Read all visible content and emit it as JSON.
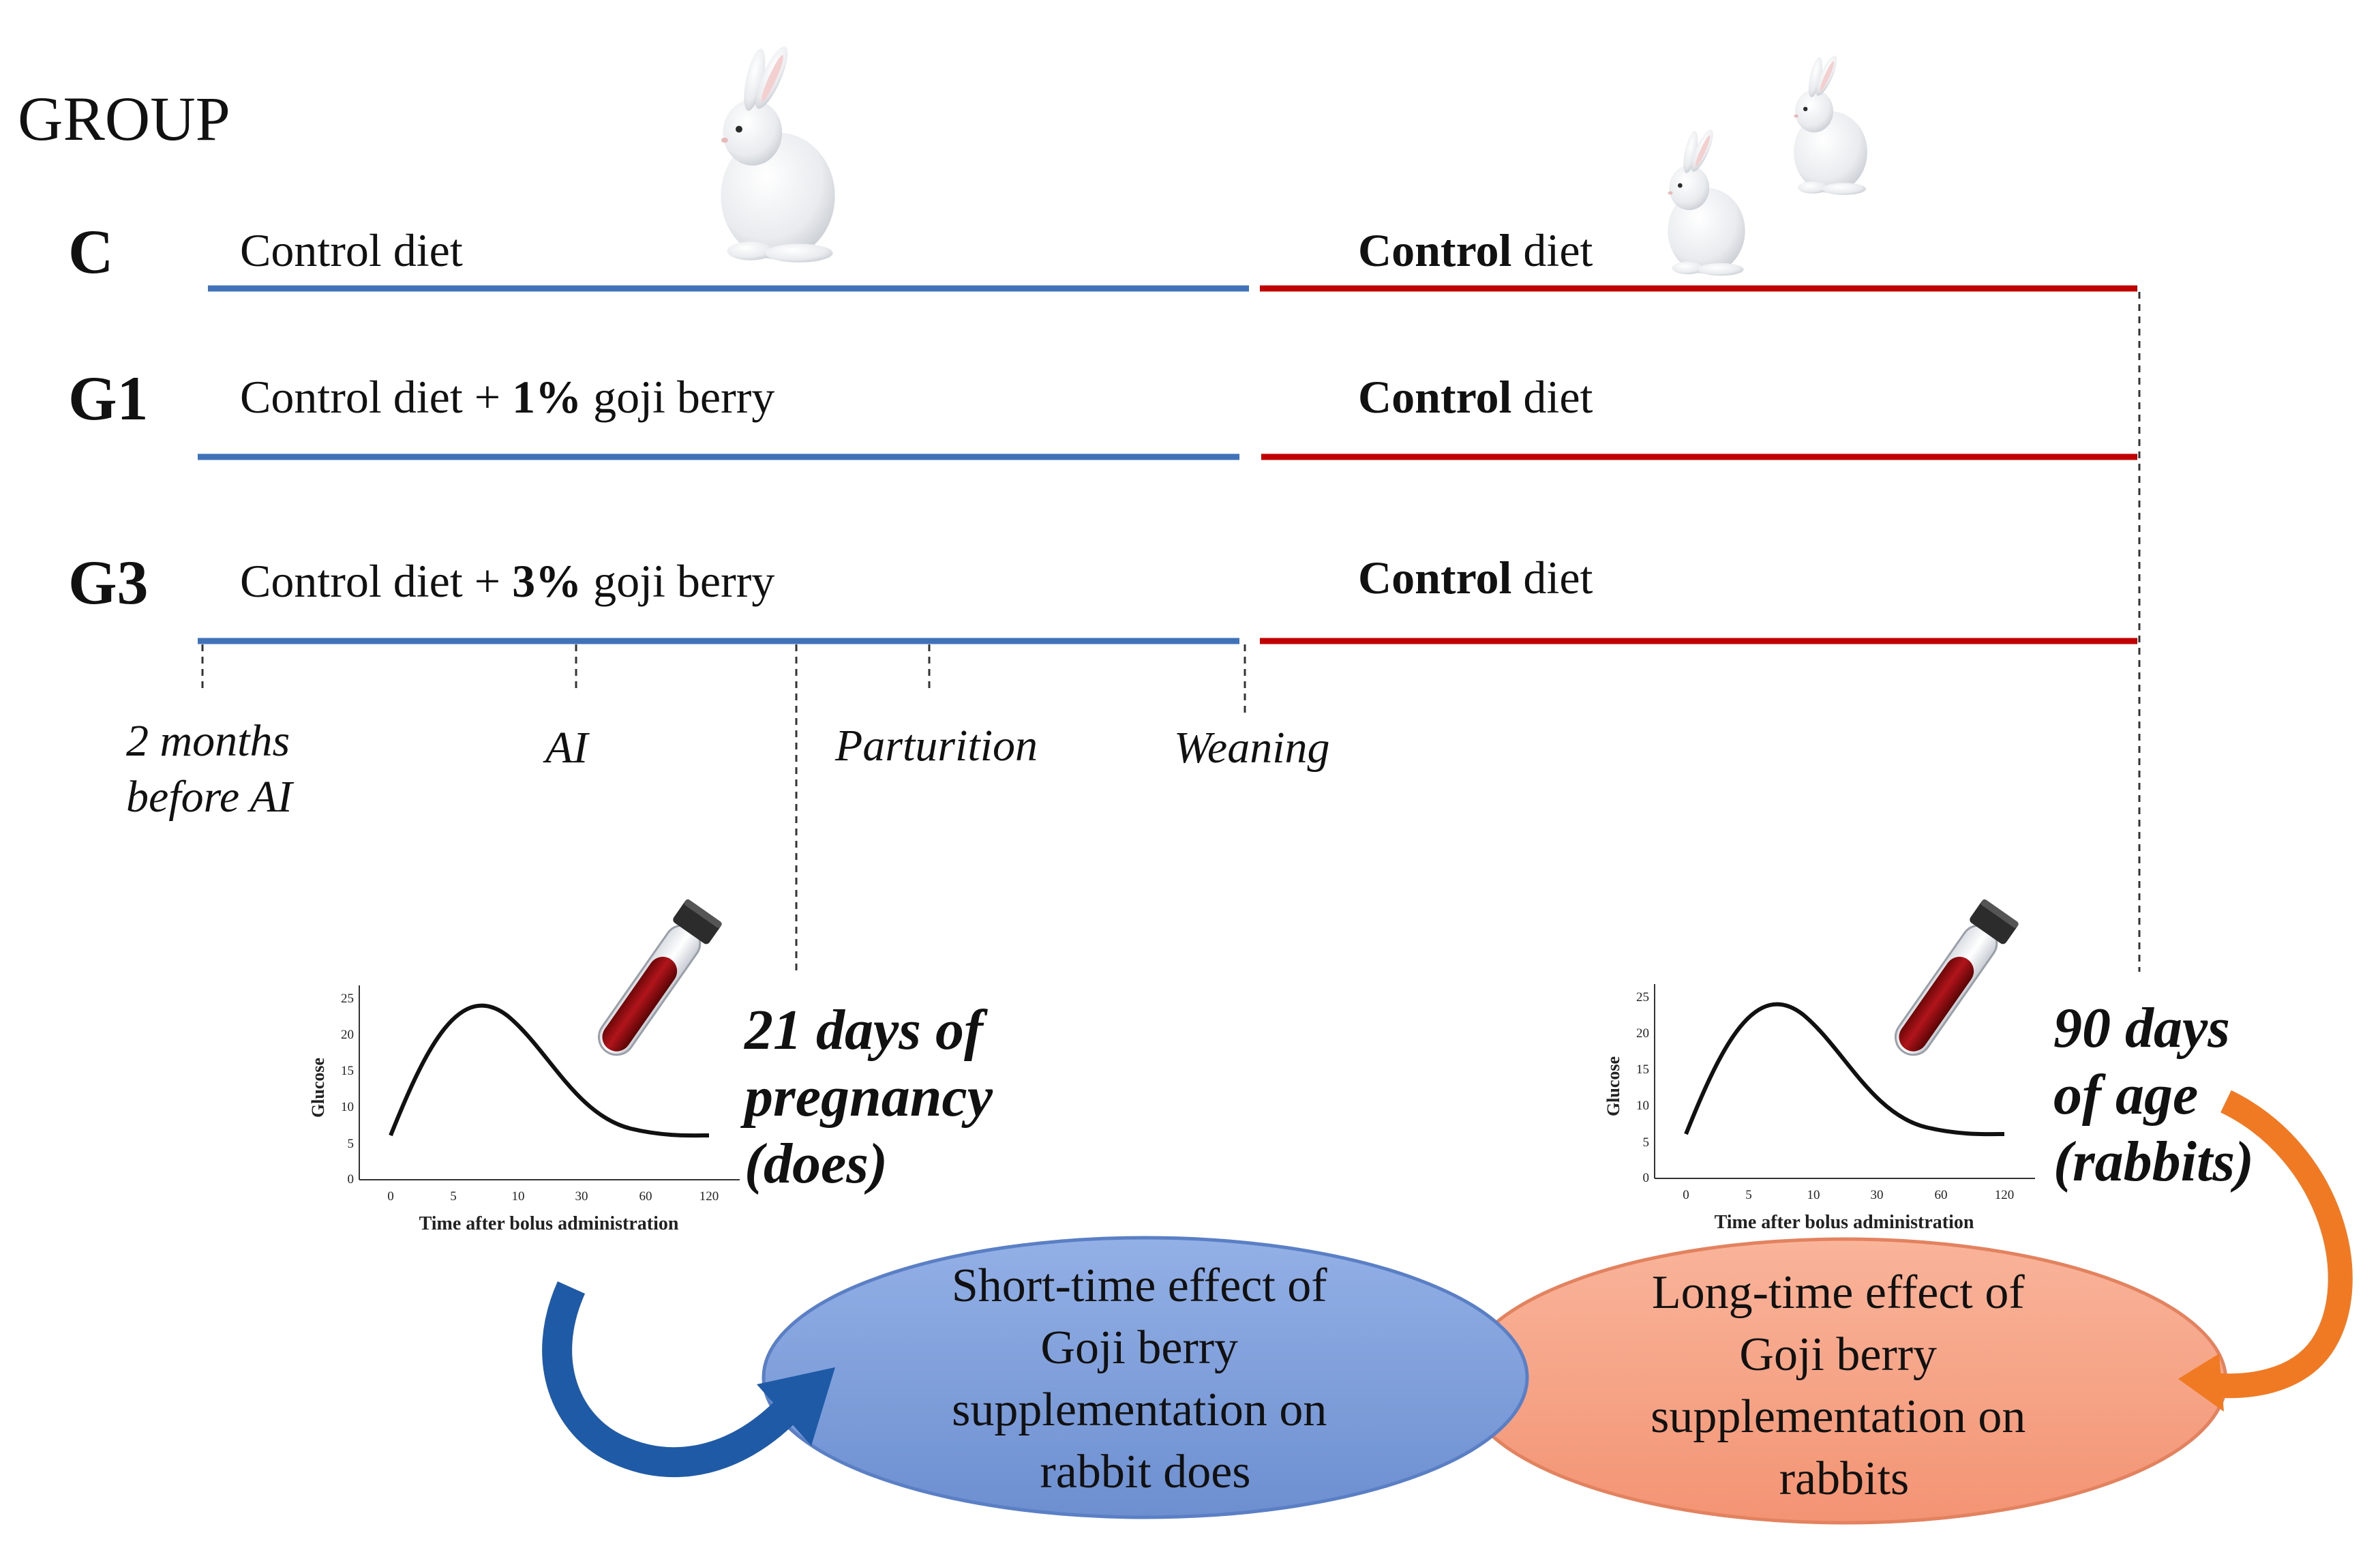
{
  "header": {
    "group_label": "GROUP"
  },
  "groups": [
    {
      "id": "C",
      "feeding_label": "Control diet",
      "feeding_pre": "Control diet",
      "feeding_bold": "",
      "feeding_post": "",
      "weaning_bold": "Control",
      "weaning_rest": " diet"
    },
    {
      "id": "G1",
      "feeding_label": "Control diet + 1% goji berry",
      "feeding_pre": "Control diet + ",
      "feeding_bold": "1%",
      "feeding_post": " goji berry",
      "weaning_bold": "Control",
      "weaning_rest": " diet"
    },
    {
      "id": "G3",
      "feeding_label": "Control diet + 3% goji berry",
      "feeding_pre": "Control diet + ",
      "feeding_bold": "3%",
      "feeding_post": " goji berry",
      "weaning_bold": "Control",
      "weaning_rest": " diet"
    }
  ],
  "timeline": [
    {
      "line1": "2 months",
      "line2": "before AI"
    },
    {
      "line1": "AI",
      "line2": ""
    },
    {
      "line1": "Parturition",
      "line2": ""
    },
    {
      "line1": "Weaning",
      "line2": ""
    }
  ],
  "sampling": [
    {
      "lines": [
        "21 days of",
        "pregnancy",
        "(does)"
      ]
    },
    {
      "lines": [
        "90 days",
        "of age",
        "(rabbits)"
      ]
    }
  ],
  "glucose_chart": {
    "ylabel": "Glucose",
    "xlabel": "Time after bolus administration",
    "y_ticks": [
      "0",
      "5",
      "10",
      "15",
      "20",
      "25"
    ],
    "x_ticks": [
      "0",
      "5",
      "10",
      "30",
      "60",
      "120"
    ]
  },
  "outcomes": [
    {
      "lines": [
        "Short-time effect of",
        "Goji berry",
        "supplementation  on",
        "rabbit does"
      ]
    },
    {
      "lines": [
        "Long-time effect of",
        "Goji berry",
        "supplementation  on",
        "rabbits"
      ]
    }
  ],
  "colors": {
    "pre_weaning_line": "#3f72b8",
    "post_weaning_line": "#c00000",
    "short_term_ellipse": "#7f9fd9",
    "long_term_ellipse": "#f7a283",
    "blue_arrow": "#1f5aa6",
    "orange_arrow": "#f07a24",
    "tube_blood": "#8b0d10"
  },
  "icons": [
    "rabbit-doe-icon",
    "rabbit-kits-icon",
    "blood-tube-icon",
    "curved-arrow-icon"
  ]
}
